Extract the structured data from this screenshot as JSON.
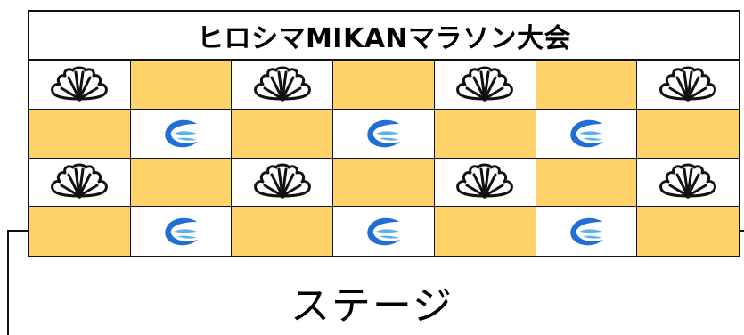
{
  "banner": {
    "title": "ヒロシマMIKANマラソン大会"
  },
  "grid": {
    "rows": 4,
    "cols": 7,
    "pattern": [
      [
        "peacock-icon",
        "yellow",
        "peacock-icon",
        "yellow",
        "peacock-icon",
        "yellow",
        "peacock-icon"
      ],
      [
        "yellow",
        "wave-e-icon",
        "yellow",
        "wave-e-icon",
        "yellow",
        "wave-e-icon",
        "yellow"
      ],
      [
        "peacock-icon",
        "yellow",
        "peacock-icon",
        "yellow",
        "peacock-icon",
        "yellow",
        "peacock-icon"
      ],
      [
        "yellow",
        "wave-e-icon",
        "yellow",
        "wave-e-icon",
        "yellow",
        "wave-e-icon",
        "yellow"
      ]
    ]
  },
  "stage": {
    "label": "ステージ"
  },
  "colors": {
    "yellow": "#fdd36a",
    "blue_icon": "#1f6fd6",
    "light_blue_icon": "#59b0ec"
  }
}
